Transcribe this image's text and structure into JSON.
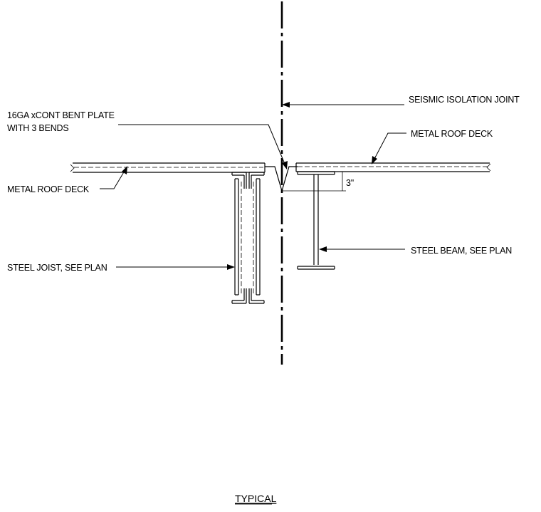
{
  "labels": {
    "seismic_joint": "SEISMIC ISOLATION JOINT",
    "bent_plate_line1": "16GA xCONT BENT PLATE",
    "bent_plate_line2": "WITH 3 BENDS",
    "roof_deck_right": "METAL ROOF DECK",
    "roof_deck_left": "METAL ROOF DECK",
    "dimension": "3\"",
    "steel_beam": "STEEL BEAM, SEE PLAN",
    "steel_joist": "STEEL JOIST, SEE PLAN"
  },
  "title": "TYPICAL"
}
